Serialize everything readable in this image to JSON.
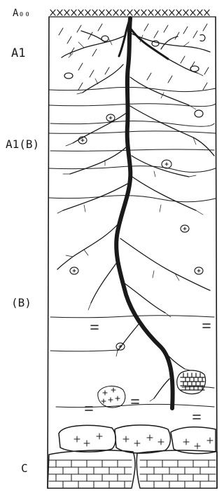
{
  "horizons": [
    {
      "id": "a00",
      "label": "A₀₀"
    },
    {
      "id": "a1",
      "label": "A1"
    },
    {
      "id": "a1b",
      "label": "A1(B)"
    },
    {
      "id": "b",
      "label": "(B)"
    },
    {
      "id": "c",
      "label": "C"
    }
  ],
  "colors": {
    "ink": "#1a1a1a",
    "paper": "#ffffff"
  }
}
